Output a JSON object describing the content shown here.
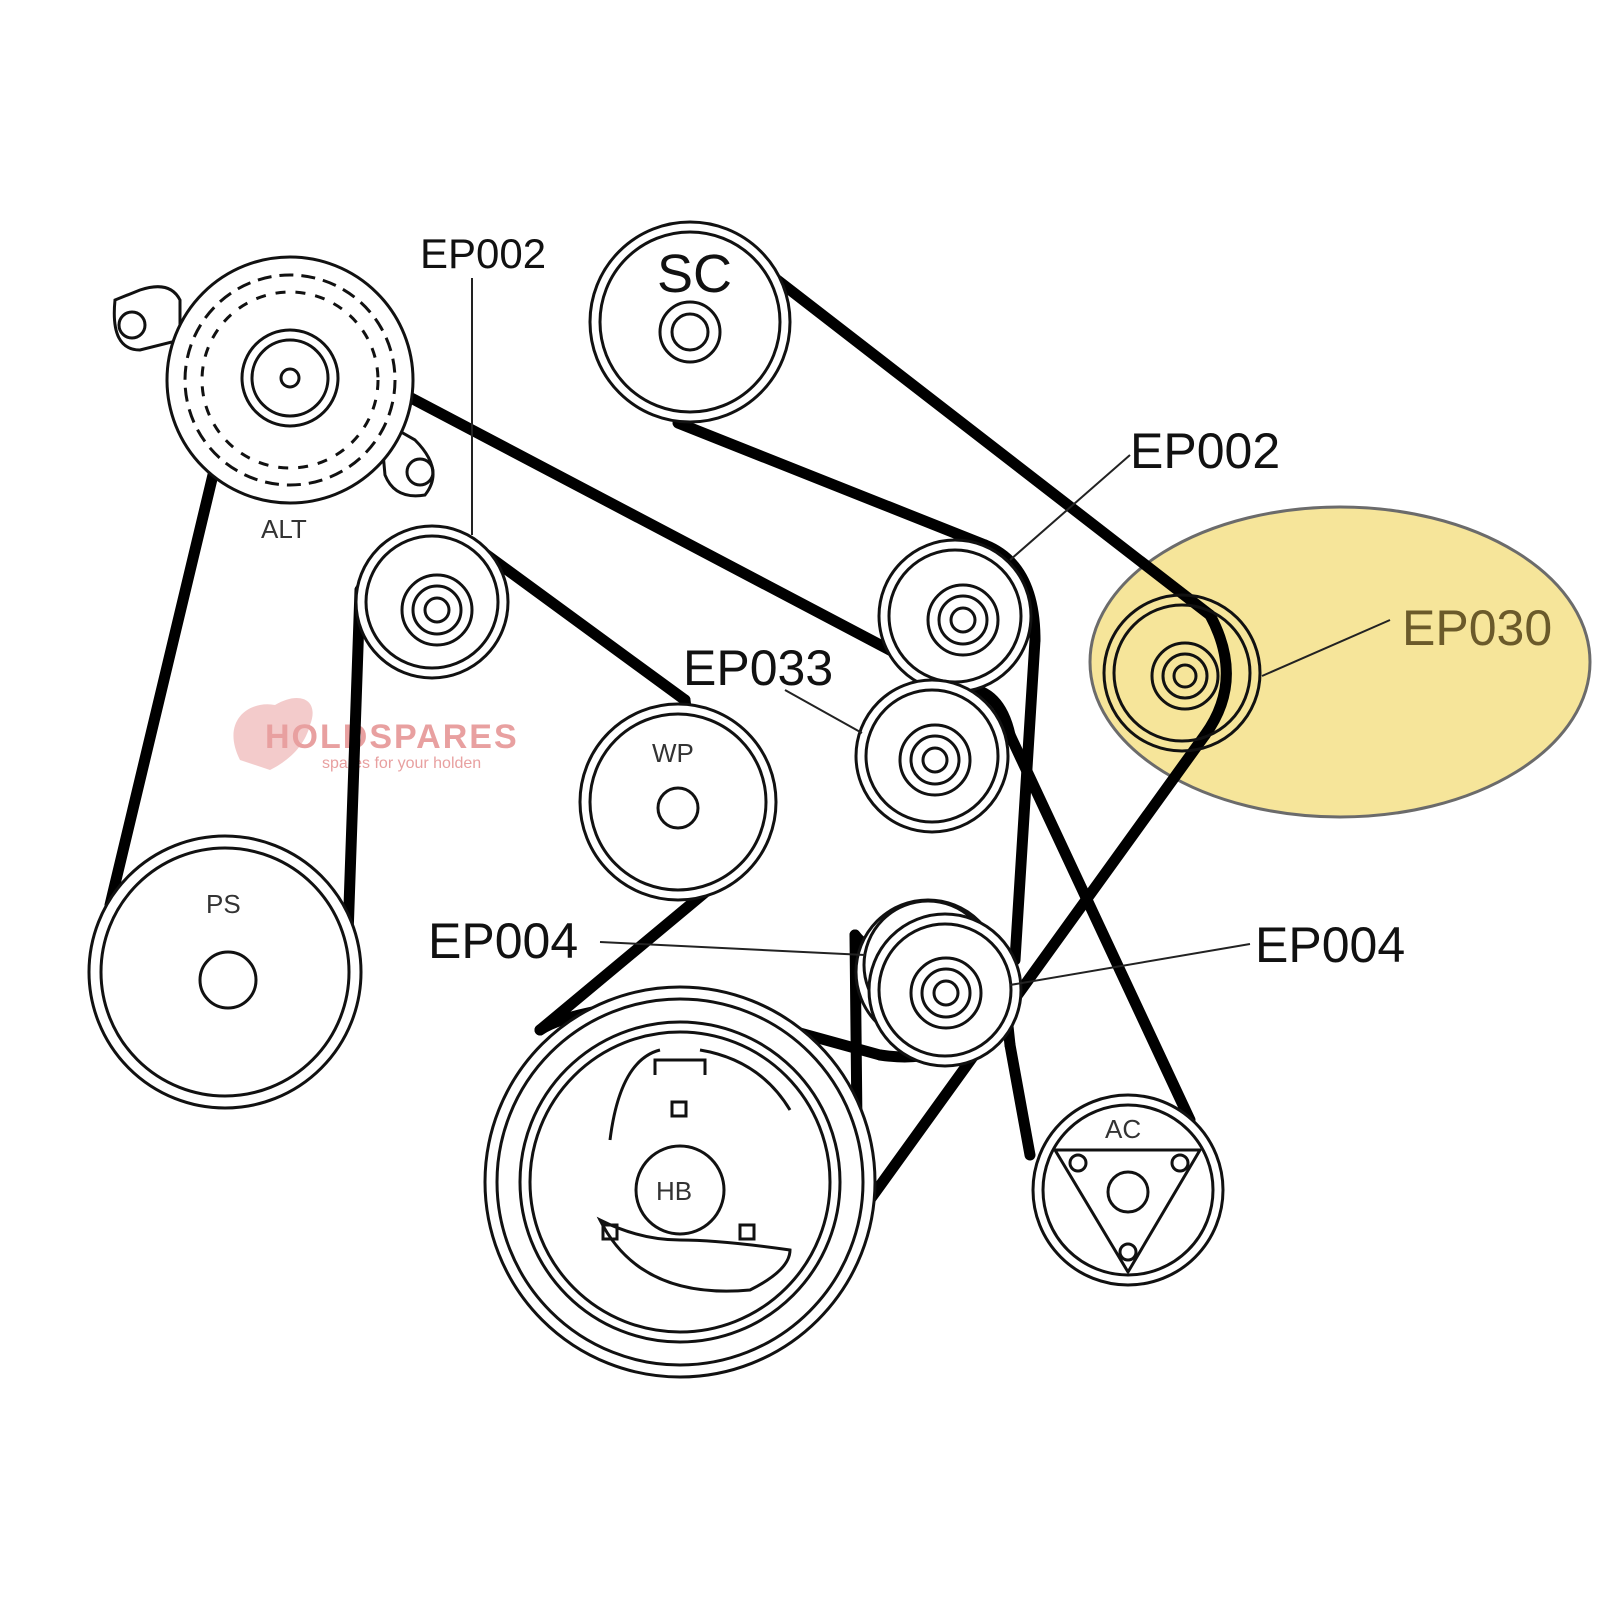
{
  "diagram": {
    "pulleys": {
      "alt": "ALT",
      "sc": "SC",
      "wp": "WP",
      "ps": "PS",
      "hb": "HB",
      "ac": "AC"
    },
    "callouts": {
      "ep002_top": "EP002",
      "ep002_right": "EP002",
      "ep033": "EP033",
      "ep030": "EP030",
      "ep004_left": "EP004",
      "ep004_right": "EP004"
    },
    "highlight_color": "#f3dc78",
    "watermark": {
      "brand": "HOLDSPARES",
      "tagline": "spares for your holden",
      "color": "#e8a0a0"
    }
  }
}
